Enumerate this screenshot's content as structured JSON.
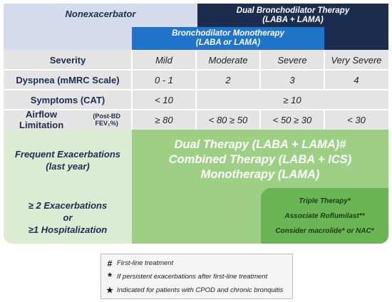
{
  "header": {
    "nonexacerbator": "Nonexacerbator",
    "dual_line1": "Dual Bronchodilator Therapy",
    "dual_line2": "(LABA + LAMA)",
    "mono_line1": "Bronchodilator Monotherapy",
    "mono_line2": "(LABA or  LAMA)"
  },
  "table": {
    "rows": [
      {
        "label": "Severity",
        "label_small": "",
        "cells": [
          "Mild",
          "Moderate",
          "Severe",
          "Very Severe"
        ]
      },
      {
        "label": "Dyspnea (mMRC Scale)",
        "label_small": "",
        "cells": [
          "0 - 1",
          "2",
          "3",
          "4"
        ]
      },
      {
        "label": "Symptoms (CAT)",
        "label_small": "",
        "cells": [
          "< 10",
          "≥ 10"
        ]
      },
      {
        "label": "Airflow Limitation",
        "label_small": "(Post-BD FEV₁%)",
        "cells": [
          "≥ 80",
          "< 80 ≥ 50",
          "< 50 ≥ 30",
          "< 30"
        ]
      }
    ]
  },
  "exacerbators": {
    "frequent_line1": "Frequent Exacerbations",
    "frequent_line2": "(last year)",
    "exac_line1": "≥ 2 Exacerbations",
    "exac_line2": "or",
    "exac_line3": "≥1 Hospitalization"
  },
  "therapy": {
    "line1": "Dual Therapy (LABA + LAMA)#",
    "line2": "Combined Therapy (LABA + ICS)",
    "line3": "Monotherapy (LAMA)"
  },
  "advanced": {
    "line1": "Triple Therapy*",
    "line2": "Associate Roflumilast**",
    "line3": "Consider macrolide* or NAC*"
  },
  "legend": {
    "items": [
      {
        "symbol": "#",
        "text": "First-line treatment"
      },
      {
        "symbol": "*",
        "text": "If persistent exacerbations after first-line treatment"
      },
      {
        "symbol": "★",
        "text": "Indicated for patients with CPOD and chronic bronquitis"
      }
    ]
  },
  "colors": {
    "navy": "#1c2d4f",
    "blue": "#1f73c8",
    "light_blue": "#d5dced",
    "grey": "#e4e4e4",
    "light_green": "#dcecd3",
    "green": "#9dd085",
    "dark_green": "#6ab655"
  }
}
